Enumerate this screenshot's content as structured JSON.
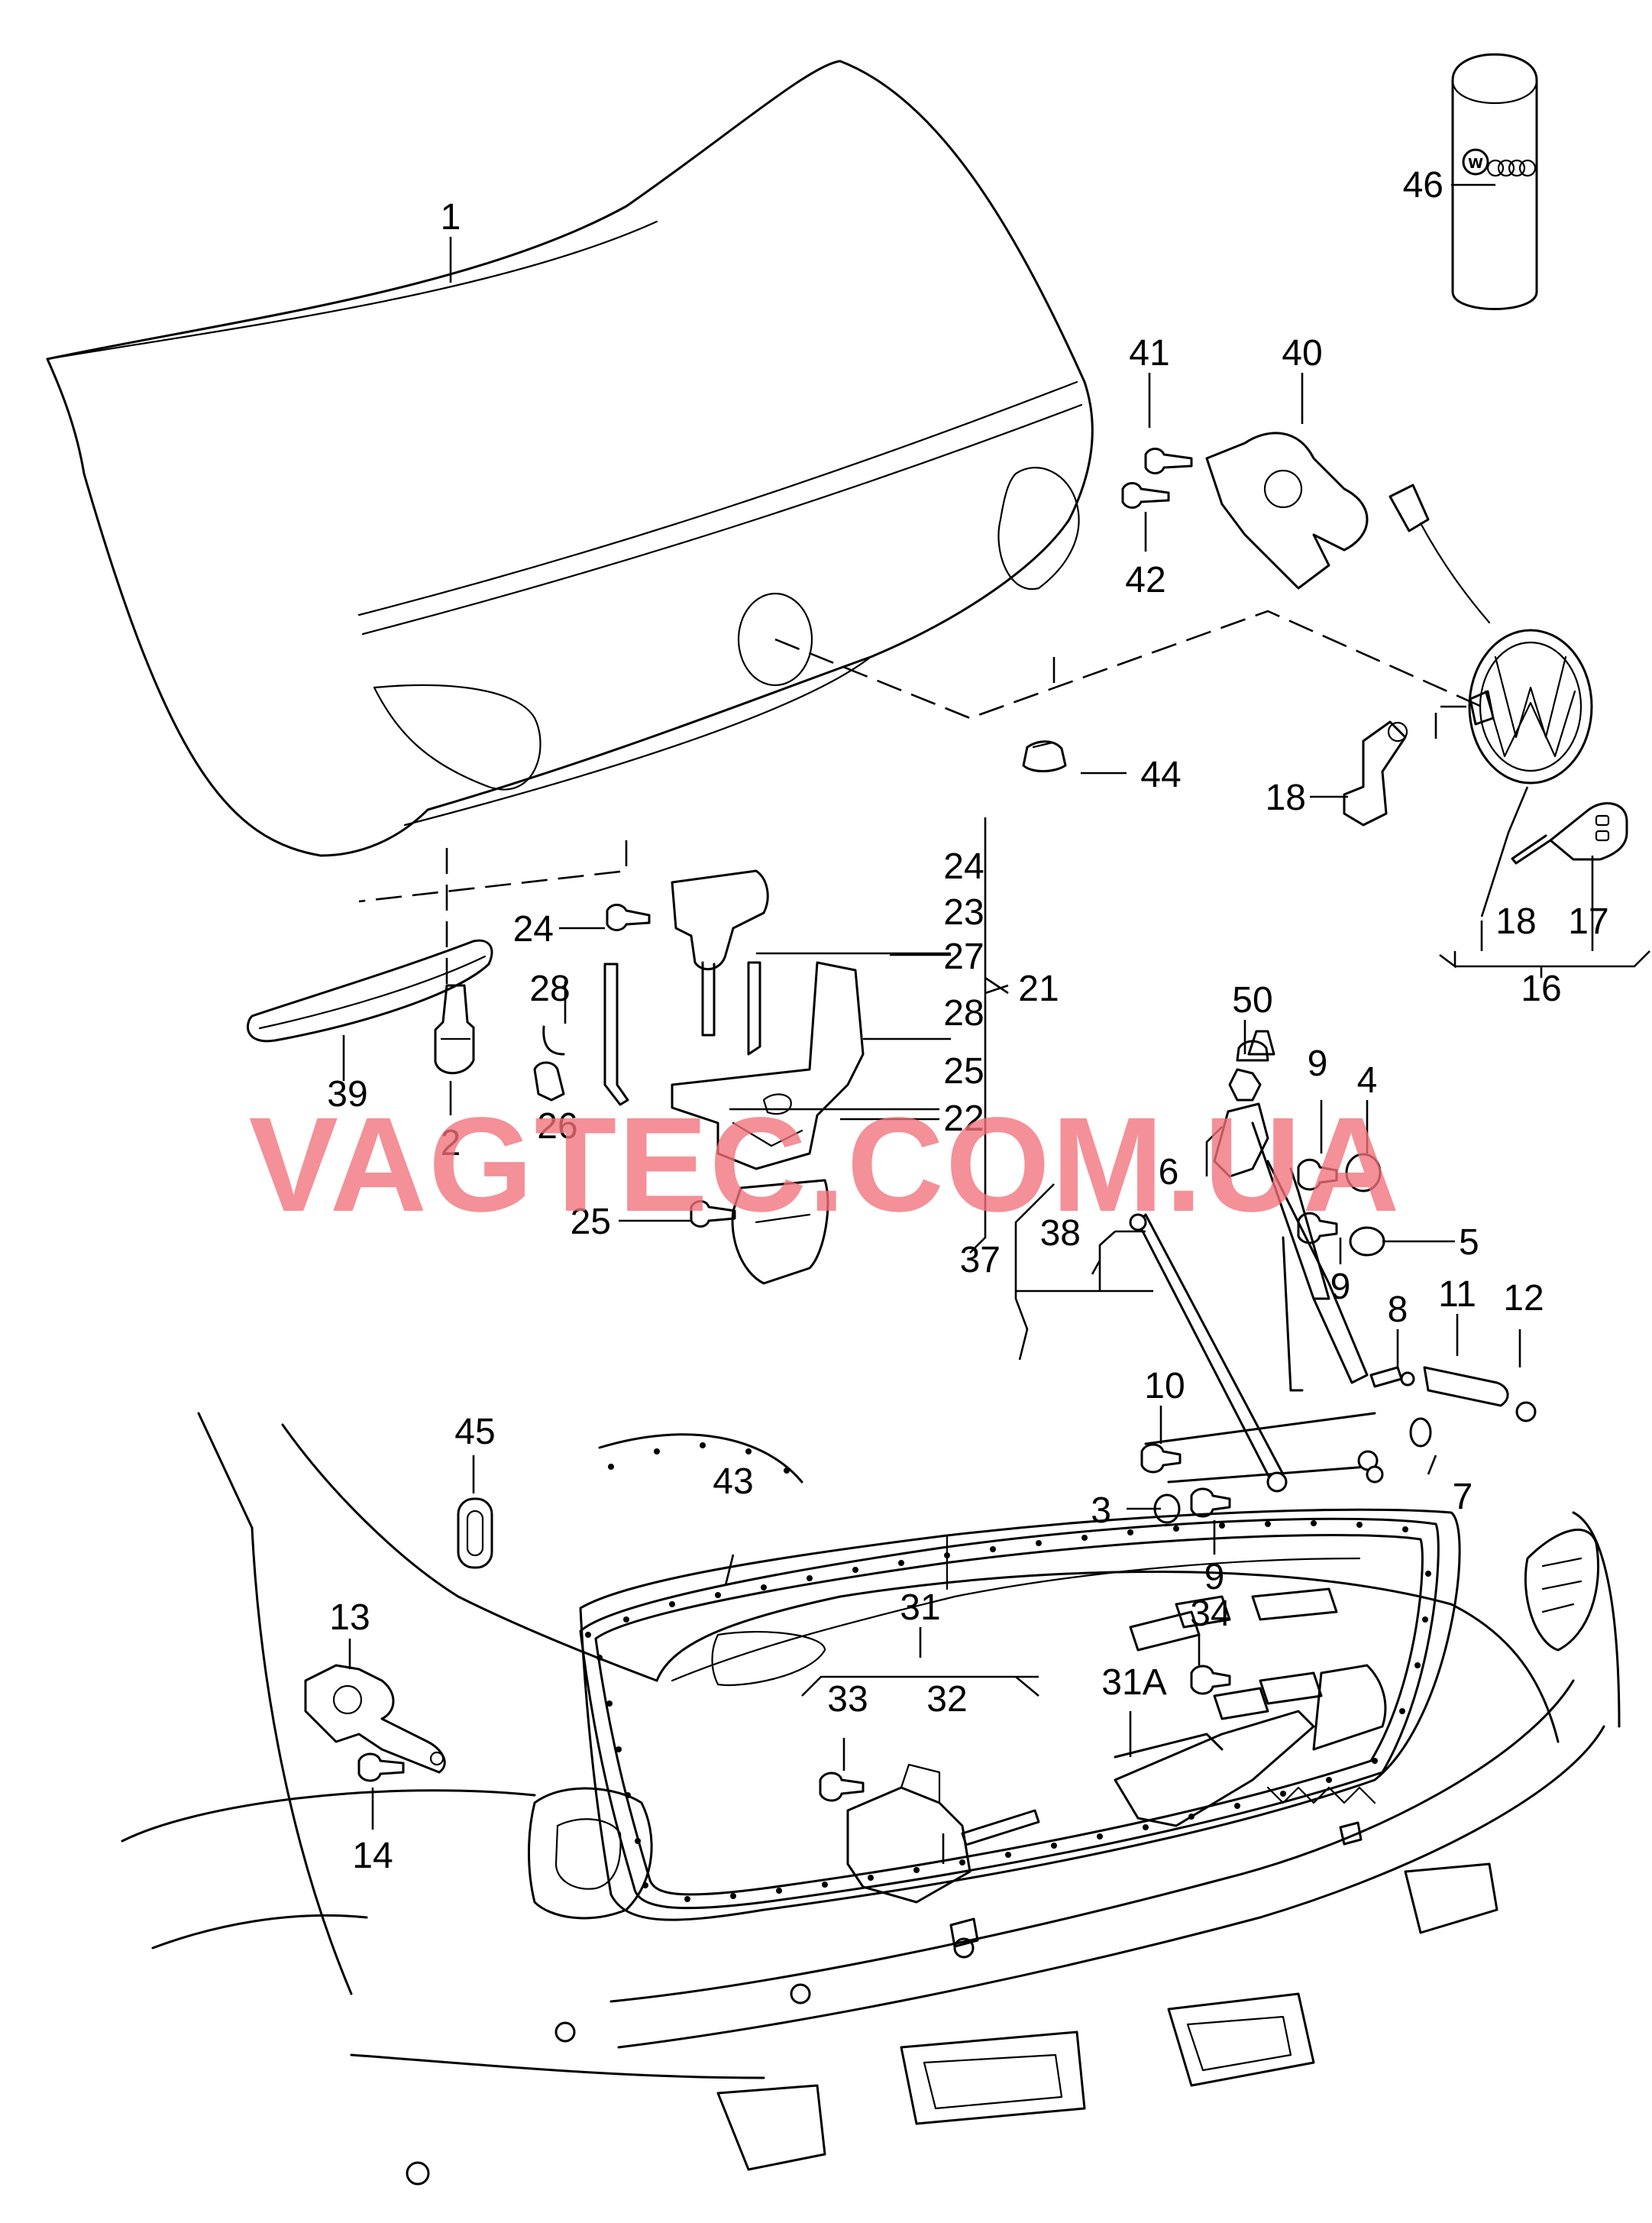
{
  "watermark": "VAGTEC.COM.UA",
  "callouts": {
    "c1": "1",
    "c2": "2",
    "c3": "3",
    "c4": "4",
    "c5": "5",
    "c6": "6",
    "c7": "7",
    "c8": "8",
    "c9a": "9",
    "c9b": "9",
    "c9c": "9",
    "c10": "10",
    "c11": "11",
    "c12": "12",
    "c13": "13",
    "c14": "14",
    "c16": "16",
    "c17": "17",
    "c18a": "18",
    "c18b": "18",
    "c21": "21",
    "c22": "22",
    "c23": "23",
    "c24a": "24",
    "c24b": "24",
    "c25a": "25",
    "c25b": "25",
    "c26": "26",
    "c27": "27",
    "c28a": "28",
    "c28b": "28",
    "c31": "31",
    "c31a": "31A",
    "c32": "32",
    "c33": "33",
    "c34": "34",
    "c37": "37",
    "c38": "38",
    "c39": "39",
    "c40": "40",
    "c41": "41",
    "c42": "42",
    "c43": "43",
    "c44": "44",
    "c45": "45",
    "c46": "46",
    "c50": "50"
  },
  "icons": {
    "vw_emblem": "vw-emblem-icon",
    "audi_rings": "audi-rings-icon",
    "remote_key": "remote-key-icon"
  },
  "colors": {
    "line": "#000000",
    "watermark": "#f2727a",
    "background": "#ffffff"
  }
}
